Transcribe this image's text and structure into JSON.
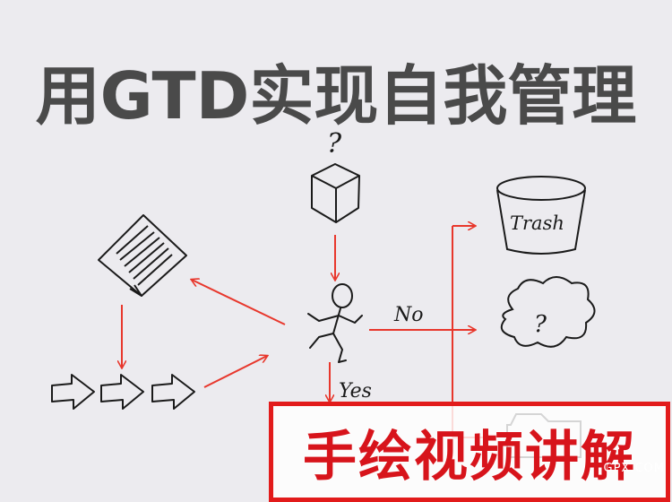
{
  "title": "用GTD实现自我管理",
  "labels": {
    "question_mark": "?",
    "trash": "Trash",
    "no": "No",
    "yes": "Yes",
    "cloud_question": "?"
  },
  "banner": {
    "text": "手绘视频讲解"
  },
  "watermark": "GPX.COM",
  "colors": {
    "arrow": "#e8372c",
    "ink": "#1a1a1a",
    "banner": "#d7141b"
  },
  "icons": [
    "document-icon",
    "arrow-outline-icon",
    "cube-icon",
    "running-figure-icon",
    "trash-bin-icon",
    "cloud-icon",
    "folder-icon"
  ]
}
